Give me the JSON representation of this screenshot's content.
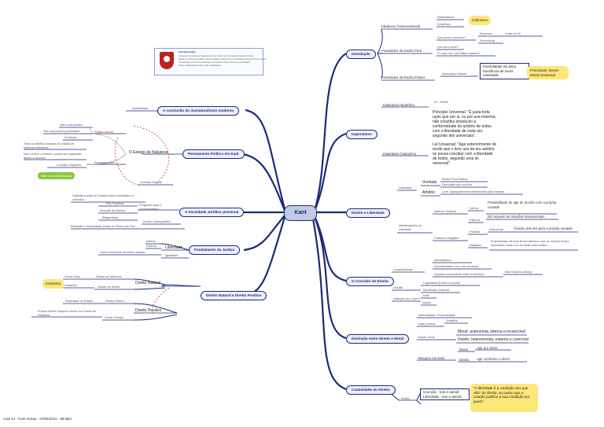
{
  "center": "Kant",
  "logo": {
    "name": "Luiz Filipe Araújo",
    "lines": [
      "Professor Associado do Departamento de Direito da Universidade Federal do Piauí",
      "Mestre em Direito do Estado pela Faculdade de Direito da Universidade Federal do Minas Gerais",
      "Coordenador do Núcleo de Estudos em Filosofia, Ética e Democracia (NEFED)",
      "Email: luizfilipe@ufpi.edu.br | Site: filosofiaeleis"
    ]
  },
  "footer": "Aula 14 - Kant.mmap - 24/06/2011 - Mindjet",
  "right": {
    "introducao": {
      "label": "Introdução",
      "idealismo": "Idealismo Transcendental",
      "racionalismo": "Racionalismo",
      "empirismo": "Empirismo",
      "criticismo": "Criticismo",
      "postulados_pura": "Postulados da Razão Pura",
      "q_conhecer": "Que posso conhecer?",
      "numenos": "Númenos",
      "coisa_si": "Coisa em Si",
      "fenomenos": "Fenômenos",
      "q_fazer": "Que devo fazer?",
      "q_esperar": "O o que me é permitido esperar?",
      "postulados_pratica": "Postulados da Razão Prática",
      "imperativos_morais": "Imperativos Morais",
      "imortalidade": "Imortalidade da alma",
      "existencia": "Existência de Deus",
      "liberdade": "Liberdade",
      "premissas": "Premissas: Dever Moral Universal"
    },
    "imperativos": {
      "label": "Imperativos",
      "hipotetico": "Imperativo Hipotético",
      "ex_direito": "Ex.: Direito",
      "categorico": "Imperativo Categórico",
      "principio": "Princípio Universal: \"É justa toda ação que por si, ou por sua máxima, não constitui obstáculo à conformidade do arbítrio de todos com a liberdade de cada um, segundo leis universais\".",
      "lei": "Lei Universal: \"Age exteriormente de modo que o livre uso de teu arbítrio se possa conciliar com a liberdade de todos, segundo uma lei universal\"."
    },
    "direito_liberdade": {
      "label": "Direito e Liberdade",
      "liberdade": "Liberdade",
      "vontade": "Vontade",
      "razao_pura": "Razão Pura Prática",
      "faculdade": "Faculdade que cria fins",
      "arbitrio": "Arbítrio",
      "livre": "Livre, impropriamente determinado pela vontade",
      "manifestacoes": "Manifestações da Liberdade",
      "interna_externa": "Interna e Externa",
      "interna": "Interna",
      "interna_desc": "Possibilidade de agir de acordo com a própria vontade",
      "externa": "Externa",
      "externa_desc": "Diz respeito às relações interpessoais",
      "positiva_negativa": "Positiva e Negativa",
      "positiva": "Positiva",
      "autonomia": "Autonomia",
      "autonomia_desc": "Criação das leis para a própria vontade",
      "negativa": "Negativa",
      "negativa_desc": "Emancipação de toda lei da natureza, mas ao mesmo tempo, submissão moral a lei da razão para prática"
    },
    "conceito_direito": {
      "label": "O Conceito de Direito",
      "caracteristicas": "Características",
      "intersubjetivo": "Intersubjetivo",
      "normatividade": "Normatividade com o de universal",
      "vontade_arbitrio": "Vontade concordante entre os arbítrios",
      "nao_empirico": "Não empírico desejo",
      "divisao": "Divisão",
      "legalidade": "Legalidade (Exterior coação)",
      "moralidade": "Moralidade (Interior)",
      "distingue": "Distingue-se o que é",
      "justo": "Justo",
      "injusto": "Injusto"
    },
    "distincao": {
      "label": "Distinção entre Direito e Moral",
      "internalidade": "Internalidade / Externalidade",
      "acao_politica": "Ação política",
      "tematica": "Temática",
      "razao_geral": "Razão Geral",
      "moral_desc": "Moral: autonomia, interna e incoercível",
      "direito_desc": "Direito: heteronomia, externo e coercível",
      "resumo": "Resumo em Kant",
      "moral": "Moral",
      "agir_por": "Agir por dever",
      "direito": "Direito",
      "agir_conforme": "Agir conforme o dever"
    },
    "coatividade": {
      "label": "Coatividade do Direito",
      "razao": "Razão",
      "coercao": "Coerção - tolo e atendi",
      "liberdade_box": "Liberdade - tolo e atendi",
      "quote": "\"A liberdade é a condição dos que não\" do direito, ao passo que a coação justifica a sua condição por quem\"."
    }
  },
  "left": {
    "jusnaturalismo": {
      "label": "A conclusão do Jusnaturalismo moderno",
      "qualificacao": "Qualificação"
    },
    "pensamento": {
      "label": "Pensamento Político em Kant",
      "estado_natureza": "O Estado de Natureza",
      "estado_civil": "Sociedade Civil",
      "nao_juridico": "Não é pré-jurídico",
      "tem_propria": "Tem sua própria juridicidade",
      "provisorio": "Provisório",
      "torna": "Torna os direitos privados do estado de natureza definitivos",
      "nao_unidade": "Não confere o Estado o poder de a agressão dentro e acordos",
      "contrato": "Contrato Originário",
      "contrato_orig": "Contrato Original",
      "green": "Não um contrato atual"
    },
    "sociedade": {
      "label": "A Sociedade Jurídica Universal",
      "sujeicao": "Sujeição a ação do Estado sobre a liberdade do indivíduo",
      "progresso": "Progresso para o cosmopolitismo",
      "paz": "Paz Perpétua",
      "filosofia": "Filosofia da História",
      "beligerancia": "Beligerância",
      "direito_cosmo": "Direito Cosmopolítico",
      "eticidade": "Eticidade e Juridicidade unidas no Reino dos Fins"
    },
    "fundamento": {
      "label": "Fundamento da Justiça",
      "liberdade": "Liberdade",
      "interna": "Interna",
      "externa": "Externa",
      "igualdade": "Igualdade",
      "outros": "Outros princípios decorrem dessas"
    },
    "natural_positivo": {
      "label": "Direito Natural e Direito Positivo",
      "direito_natural": "Direito Natural",
      "inatas": "Direito Inato",
      "estado_natureza": "Estado de Natureza",
      "adquirido": "Adquirido",
      "estado_direito": "Estado de Direito",
      "yellow": "Kantismo",
      "direito_positivo": "Direito Positivo",
      "sociedade_estado": "Sociedade do Estado",
      "direito_publico": "Direito Público",
      "proprio": "Próprio Direito Subjetivo dentro do Estado de Natureza",
      "direito_privado": "Direito Privado"
    }
  }
}
